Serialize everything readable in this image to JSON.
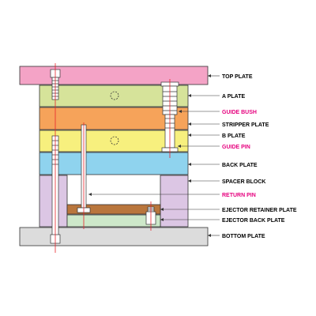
{
  "colors": {
    "top_plate": "#f4a3c6",
    "a_plate": "#d6e39a",
    "stripper_plate": "#f6a35a",
    "b_plate": "#f7f07e",
    "back_plate": "#8fd3ee",
    "spacer_block": "#dcc6e4",
    "ejector_retainer_plate": "#b9763c",
    "ejector_back_plate": "#cde8c9",
    "bottom_plate": "#dcdcdc",
    "highlight_label": "#e6007e",
    "normal_label": "#000000",
    "center_line": "#e8242b"
  },
  "labels": {
    "top_plate": "TOP PLATE",
    "a_plate": "A PLATE",
    "guide_bush": "GUIDE BUSH",
    "stripper_plate": "STRIPPER PLATE",
    "b_plate": "B PLATE",
    "guide_pin": "GUIDE PIN",
    "back_plate": "BACK PLATE",
    "spacer_block": "SPACER BLOCK",
    "return_pin": "RETURN PIN",
    "ejector_retainer_plate": "EJECTOR RETAINER PLATE",
    "ejector_back_plate": "EJECTOR BACK PLATE",
    "bottom_plate": "BOTTOM PLATE"
  }
}
